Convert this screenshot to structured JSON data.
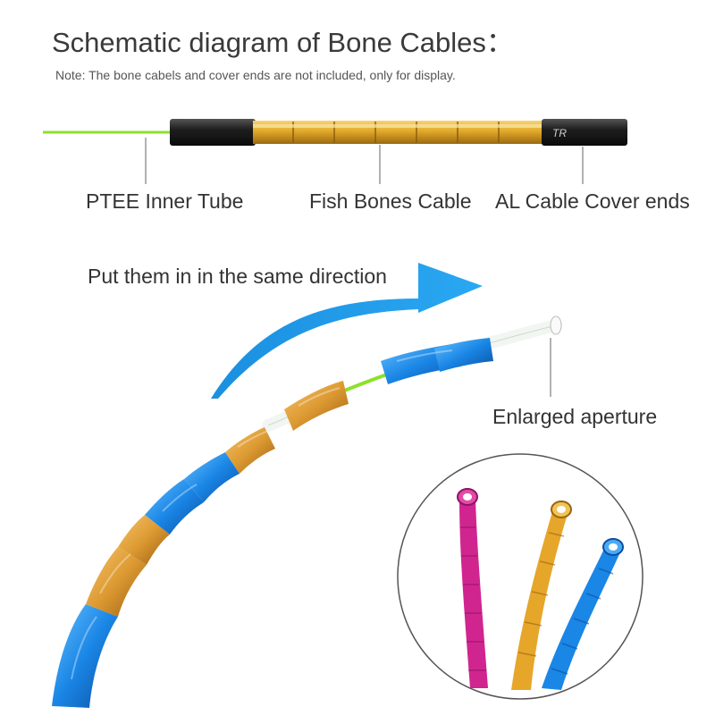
{
  "title": "Schematic diagram of Bone Cables：",
  "note": "Note: The  bone cabels and cover ends are not included, only for display.",
  "labels": {
    "ptee": "PTEE Inner Tube",
    "fish": "Fish Bones Cable",
    "al": "AL Cable Cover ends"
  },
  "direction": "Put them in in the same direction",
  "aperture": "Enlarged aperture",
  "cover_brand": "TR",
  "colors": {
    "green": "#8ee02a",
    "gold": "#e3a92a",
    "blue": "#1a86e6",
    "black": "#222222",
    "pink": "#d0258f",
    "arrow": "#1f9be6"
  }
}
